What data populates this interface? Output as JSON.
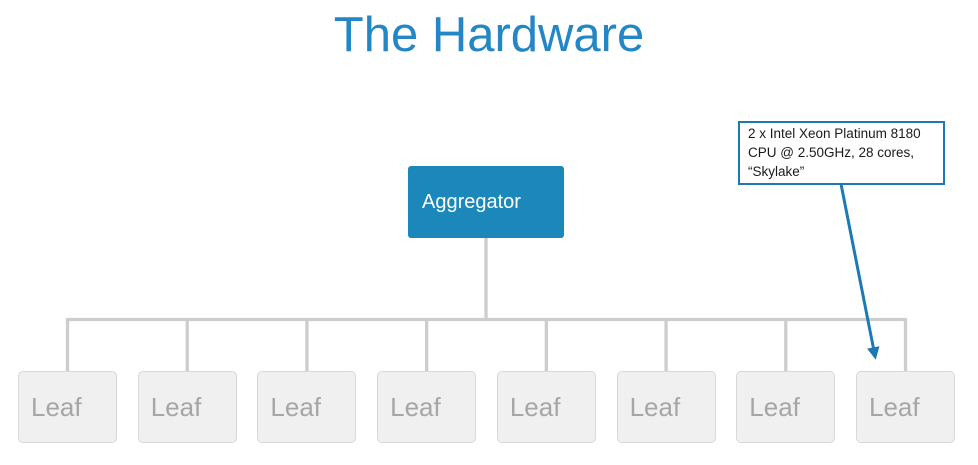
{
  "title": "The Hardware",
  "colors": {
    "title": "#2287c4",
    "aggregator_fill": "#1b87ba",
    "aggregator_text": "#ffffff",
    "leaf_fill": "#f0f0f0",
    "leaf_border": "#d8d8d8",
    "leaf_text": "#a6a6a6",
    "connector": "#cdcdcd",
    "arrow": "#1b79b6",
    "callout_border": "#1b79b6"
  },
  "tree": {
    "root": {
      "label": "Aggregator"
    },
    "leaves": [
      "Leaf",
      "Leaf",
      "Leaf",
      "Leaf",
      "Leaf",
      "Leaf",
      "Leaf",
      "Leaf"
    ]
  },
  "callout": {
    "lines": [
      "2 x Intel Xeon Platinum 8180",
      "CPU @ 2.50GHz, 28 cores,",
      "“Skylake”"
    ]
  }
}
